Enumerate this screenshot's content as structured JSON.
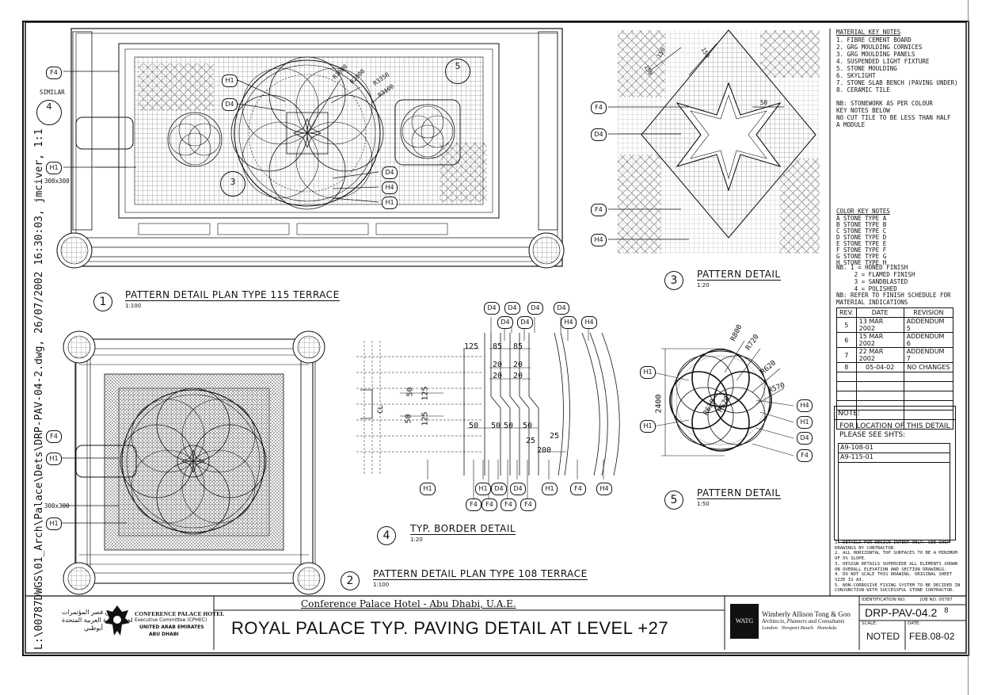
{
  "file_path": "L:\\00787DWGS\\01_Arch\\Palace\\Dets\\DRP-PAV-04-2.dwg, 26/07/2002 16:30:03, jmciver, 1:1",
  "material_key": {
    "title": "MATERIAL KEY NOTES",
    "items": [
      "1. FIBRE CEMENT BOARD",
      "2. GRG MOULDING CORNICES",
      "3. GRG MOULDING PANELS",
      "4. SUSPENDED LIGHT FIXTURE",
      "5. STONE MOULDING",
      "6. SKYLIGHT",
      "7. STONE SLAB BENCH (PAVING UNDER)",
      "8. CERAMIC TILE"
    ],
    "nb": "NB: STONEWORK AS PER COLOUR\nKEY NOTES BELOW\nNO CUT TILE TO BE LESS THAN HALF\nA MODULE"
  },
  "color_key": {
    "title": "COLOR KEY NOTES",
    "items": [
      "A STONE TYPE A",
      "B STONE TYPE B",
      "C STONE TYPE C",
      "D STONE TYPE D",
      "E STONE TYPE E",
      "F STONE TYPE F",
      "G STONE TYPE G",
      "H STONE TYPE H"
    ],
    "nb": "NB. 1 = HONED FINISH\n     2 = FLAMED FINISH\n     3 = SANDBLASTED\n     4 = POLISHED",
    "nb2": "NB: REFER TO FINISH SCHEDULE FOR\nMATERIAL INDICATIONS"
  },
  "revisions": {
    "headers": [
      "REV.",
      "DATE",
      "REVISION"
    ],
    "rows": [
      {
        "rev": "5",
        "date": "13 MAR 2002",
        "desc": "ADDENDUM 5"
      },
      {
        "rev": "6",
        "date": "15 MAR 2002",
        "desc": "ADDENDUM 6"
      },
      {
        "rev": "7",
        "date": "22 MAR 2002",
        "desc": "ADDENDUM 7"
      },
      {
        "rev": "8",
        "date": "05-04-02",
        "desc": "NO CHANGES"
      }
    ]
  },
  "note": {
    "label": "NOTE:",
    "text": "FOR LOCATION OF THIS DETAIL\nPLEASE SEE SHTS:",
    "refs": [
      "A9-108-01",
      "A9-115-01"
    ]
  },
  "general_notes": "1. DETAILS FOR DESIGN INTENT ONLY. SEE SHOP\nDRAWINGS BY CONTRACTOR.\n2. ALL HORIZONTAL TOP SURFACES TO BE A MINIMUM\nOF 5% SLOPE.\n3. DESIGN DETAILS SUPERCEDE ALL ELEMENTS SHOWN\nON OVERALL ELEVATION AND SECTION DRAWINGS.\n4. DO NOT SCALE THIS DRAWING. ORIGINAL SHEET\nSIZE IS A3.\n5. NON-CORROSIVE FIXING SYSTEM TO BE DECIDED IN\nCONJUNCTION WITH SUCCESSFUL STONE CONTRACTOR.",
  "details": [
    {
      "num": "1",
      "title": "PATTERN DETAIL PLAN TYPE 115 TERRACE",
      "scale": "1:100"
    },
    {
      "num": "2",
      "title": "PATTERN DETAIL PLAN TYPE 108 TERRACE",
      "scale": "1:100"
    },
    {
      "num": "3",
      "title": "PATTERN DETAIL",
      "scale": "1:20"
    },
    {
      "num": "4",
      "title": "TYP. BORDER DETAIL",
      "scale": "1:20"
    },
    {
      "num": "5",
      "title": "PATTERN DETAIL",
      "scale": "1:50"
    }
  ],
  "tags": {
    "d1": [
      "F4",
      "H1",
      "D4",
      "H1",
      "D4",
      "H4",
      "H1"
    ],
    "d1_dims": [
      "R1000",
      "R2000",
      "R3350",
      "R3100",
      "300x300"
    ],
    "d1_refs": [
      "4",
      "SIMILAR",
      "3",
      "5"
    ],
    "d2": [
      "F4",
      "H1",
      "H1"
    ],
    "d2_dims": [
      "300x300"
    ],
    "d3": [
      "F4",
      "D4",
      "F4",
      "H4"
    ],
    "d3_dims": [
      "150",
      "150",
      "150",
      "50"
    ],
    "d4_top": [
      "D4",
      "D4",
      "D4",
      "D4",
      "D4",
      "D4",
      "D4",
      "H4",
      "H4"
    ],
    "d4_bottom": [
      "H1",
      "H1",
      "D4",
      "D4",
      "H1",
      "F4",
      "H4",
      "F4",
      "F4",
      "F4",
      "F4"
    ],
    "d4_dims": [
      "125",
      "85",
      "85",
      "20",
      "20",
      "20",
      "20",
      "50",
      "125",
      "50",
      "125",
      "50",
      "50",
      "50",
      "50",
      "200",
      "25",
      "25",
      "CL"
    ],
    "d5": [
      "H1",
      "H1",
      "H4",
      "H1",
      "D4",
      "F4"
    ],
    "d5_dims": [
      "R800",
      "R720",
      "R620",
      "R570",
      "R620",
      "R570",
      "2400"
    ]
  },
  "title_block": {
    "project": "Conference Palace Hotel - Abu Dhabi, U.A.E.",
    "drawing_title": "ROYAL PALACE TYP. PAVING DETAIL AT LEVEL +27",
    "client_arabic": "فندق قصر المؤتمرات\nلجنة الإدارة العربية المتحدة\nأبوظبي",
    "client_line1": "CONFERENCE PALACE HOTEL",
    "client_line2": "Executive Committee (CPHEC)",
    "client_line3": "UNITED ARAB EMIRATES",
    "client_line4": "ABU DHABI",
    "firm_logo": "WATG",
    "firm_name": "Wimberly Allison Tong & Goo",
    "firm_sub": "Architects, Planners and Consultants",
    "firm_cities": "London   Newport Beach   Honolulu",
    "id_label": "IDENTIFICATION NO.",
    "job_label": "JOB NO. 00787",
    "drawing_no": "DRP-PAV-04.2",
    "rev_mark": "8",
    "scale_label": "SCALE:",
    "scale_value": "NOTED",
    "date_label": "DATE:",
    "date_value": "FEB.08-02"
  }
}
